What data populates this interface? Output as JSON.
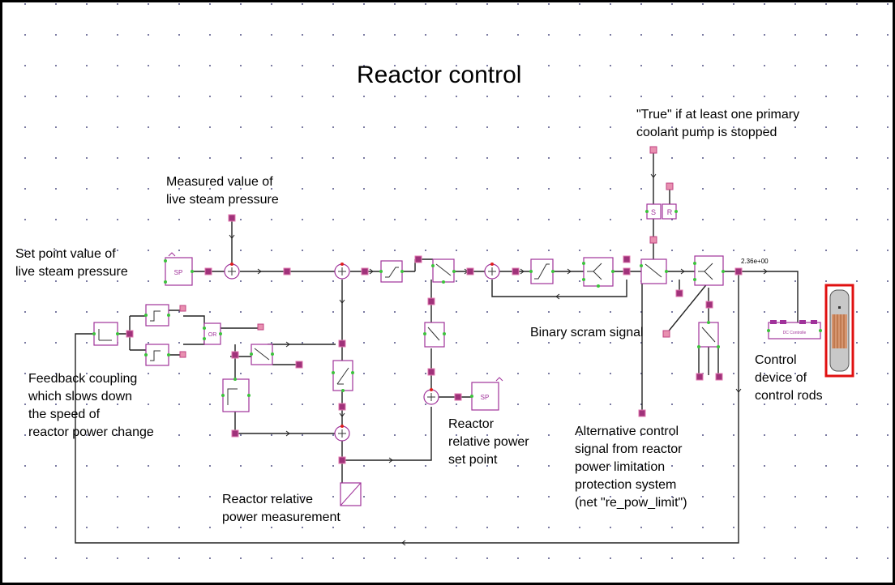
{
  "diagram": {
    "title": "Reactor control",
    "labels": {
      "primary_pump": [
        "\"True\" if at least one primary",
        "coolant pump is stopped"
      ],
      "steam_measured": [
        "Measured value of",
        "live steam pressure"
      ],
      "steam_setpoint": [
        "Set point value of",
        "live steam pressure"
      ],
      "feedback": [
        "Feedback coupling",
        "which slows down",
        "the speed of",
        "reactor power change"
      ],
      "power_setpoint": [
        "Reactor",
        "relative power",
        "set point"
      ],
      "power_measurement": [
        "Reactor relative",
        "power measurement"
      ],
      "scram": [
        "Binary scram signal"
      ],
      "alt_signal": [
        "Alternative control",
        "signal from reactor",
        "power limitation",
        "protection system",
        "(net \"re_pow_limit\")"
      ],
      "control_device": [
        "Control",
        "device of",
        "control rods"
      ]
    },
    "blocks": {
      "sp_steam": "SP",
      "sp_power": "SP",
      "or_gate": "OR",
      "flipflop_s": "S",
      "flipflop_r": "R",
      "dc_controller": "DC Controlle",
      "output_value": "2.36e+00"
    }
  }
}
